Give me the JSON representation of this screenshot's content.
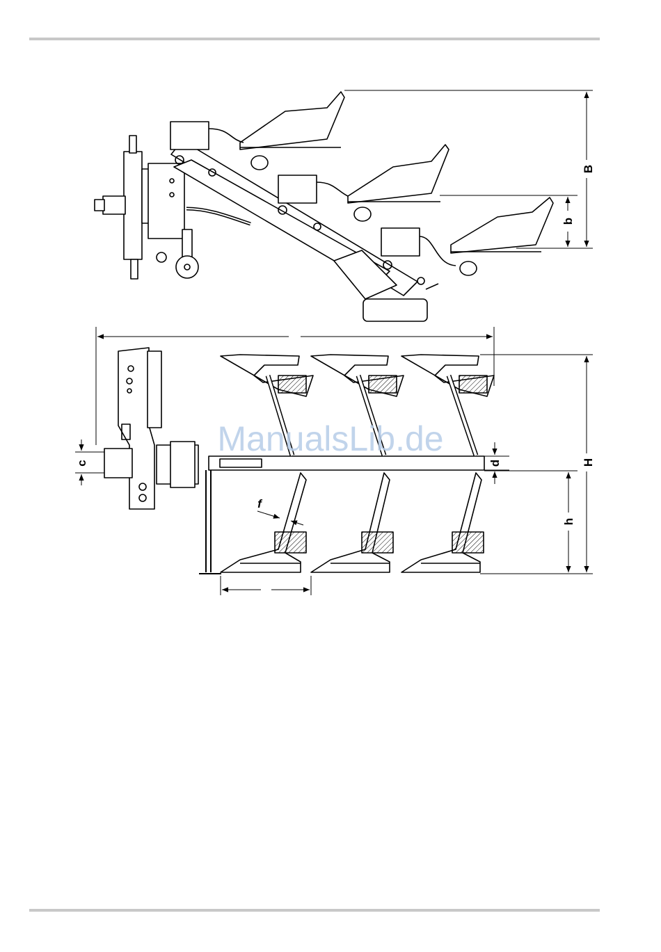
{
  "watermark": "ManualsLib.de",
  "dimension_labels": {
    "B": "B",
    "b": "b",
    "c": "c",
    "d": "d",
    "H": "H",
    "h": "h",
    "f": "f"
  }
}
